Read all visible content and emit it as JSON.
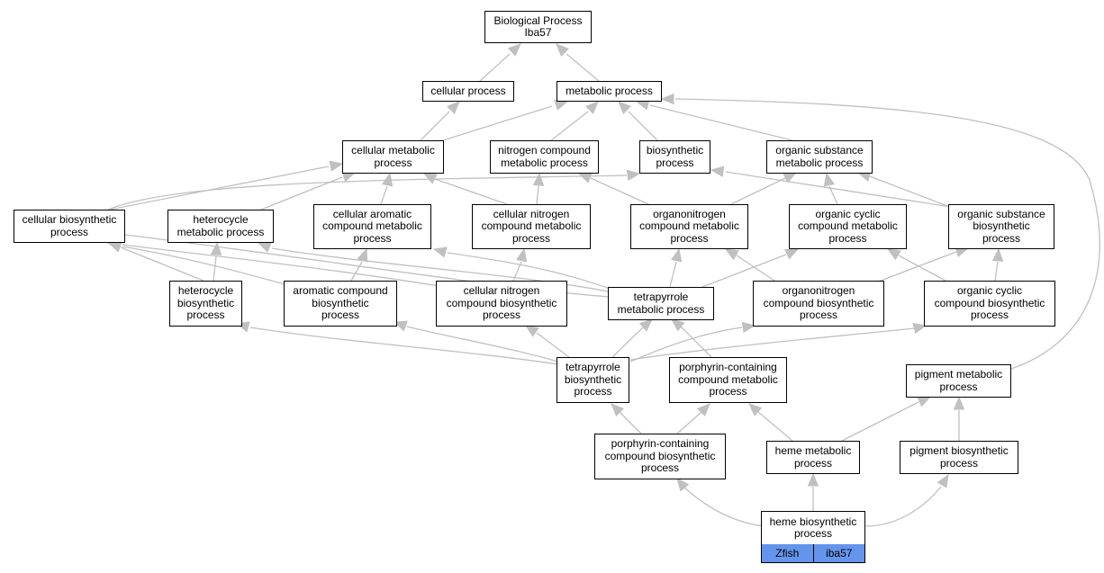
{
  "colors": {
    "edge": "#c0c0c0",
    "node_border": "#000000",
    "node_fill": "#ffffff",
    "tag_fill": "#6495ed"
  },
  "nodes": {
    "bp": "Biological Process\nIba57",
    "cp": "cellular process",
    "mp": "metabolic process",
    "cmp": "cellular metabolic\nprocess",
    "ncmp": "nitrogen compound\nmetabolic process",
    "bsp": "biosynthetic\nprocess",
    "osmp": "organic substance\nmetabolic process",
    "cbp": "cellular biosynthetic\nprocess",
    "hmp": "heterocycle\nmetabolic process",
    "camp": "cellular aromatic\ncompound metabolic\nprocess",
    "cnmp": "cellular nitrogen\ncompound metabolic\nprocess",
    "onmp": "organonitrogen\ncompound metabolic\nprocess",
    "ocmp": "organic cyclic\ncompound metabolic\nprocess",
    "osbp": "organic substance\nbiosynthetic\nprocess",
    "hbp": "heterocycle\nbiosynthetic\nprocess",
    "acbp": "aromatic compound\nbiosynthetic\nprocess",
    "cnbp": "cellular nitrogen\ncompound biosynthetic\nprocess",
    "tmp": "tetrapyrrole\nmetabolic process",
    "onbp": "organonitrogen\ncompound biosynthetic\nprocess",
    "ocbp": "organic cyclic\ncompound biosynthetic\nprocess",
    "tbp": "tetrapyrrole\nbiosynthetic\nprocess",
    "pcmp": "porphyrin-containing\ncompound metabolic\nprocess",
    "pigmp": "pigment metabolic\nprocess",
    "pcbp": "porphyrin-containing\ncompound biosynthetic\nprocess",
    "hemp": "heme metabolic\nprocess",
    "pigbp": "pigment biosynthetic\nprocess",
    "hebp": "heme biosynthetic\nprocess"
  },
  "tags": {
    "species": "Zfish",
    "gene": "iba57"
  }
}
